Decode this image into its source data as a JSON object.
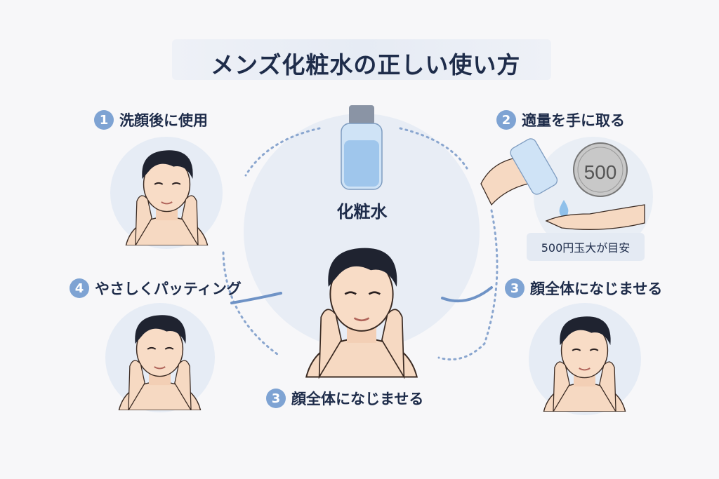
{
  "title": "メンズ化粧水の正しい使い方",
  "center_label": "化粧水",
  "steps": [
    {
      "number": "1",
      "label": "洗顔後に使用"
    },
    {
      "number": "2",
      "label": "適量を手に取る"
    },
    {
      "number": "3",
      "label": "顔全体になじませる"
    },
    {
      "number": "4",
      "label": "やさしくパッティング"
    }
  ],
  "bottom_step": {
    "number": "3",
    "label": "顔全体になじませる"
  },
  "amount_note": "500円玉大が目安",
  "coin_value": "500",
  "colors": {
    "accent": "#7ea3d3",
    "text": "#1e2c4a",
    "water": "#8fc0ea"
  }
}
